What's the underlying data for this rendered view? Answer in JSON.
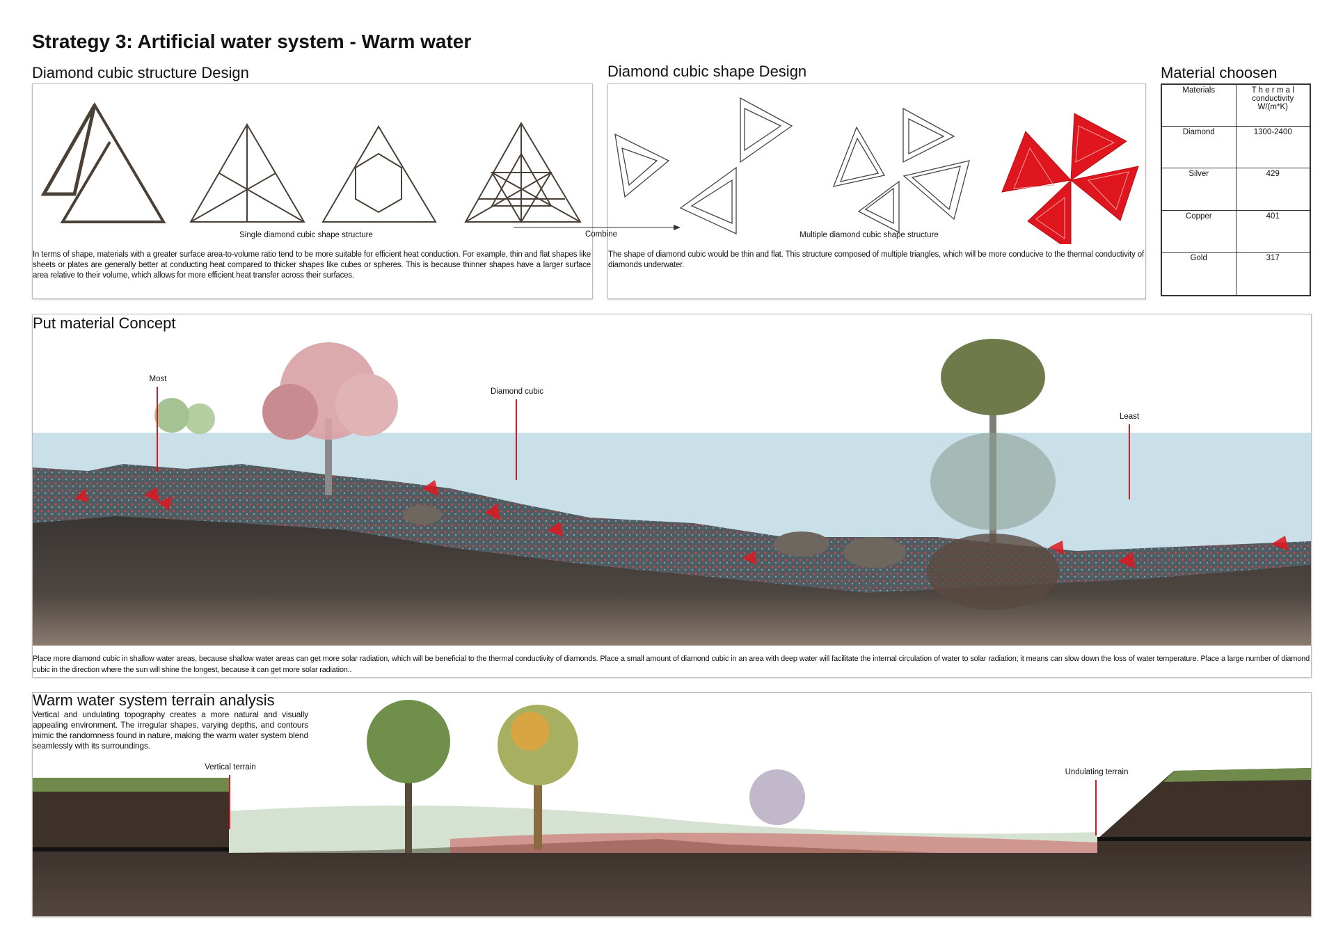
{
  "title": "Strategy 3: Artificial water system - Warm water",
  "structure_design": {
    "heading": "Diamond cubic structure Design",
    "caption": "Single diamond cubic shape structure",
    "paragraph": "In terms of shape, materials with a greater surface area-to-volume ratio tend to be more suitable for efficient heat conduction. For example, thin and flat shapes like sheets or plates are generally better at conducting heat compared to thicker shapes like cubes or spheres. This is because thinner shapes have a larger surface area relative to their volume, which allows for more efficient heat transfer across their surfaces."
  },
  "combine_label": "Combine",
  "shape_design": {
    "heading": "Diamond cubic shape Design",
    "caption": "Multiple diamond cubic shape structure",
    "paragraph": "The shape of diamond cubic would be thin and flat. This structure composed of multiple triangles, which will be more conducive to the thermal conductivity of diamonds underwater.",
    "accent_color": "#e0161e"
  },
  "materials": {
    "heading": "Material choosen",
    "headers": [
      "Materials",
      "T h e r m a l conductivity W/(m*K)"
    ],
    "rows": [
      [
        "Diamond",
        "1300-2400"
      ],
      [
        "Silver",
        "429"
      ],
      [
        "Copper",
        "401"
      ],
      [
        "Gold",
        "317"
      ]
    ]
  },
  "concept": {
    "heading": "Put material Concept",
    "labels": {
      "most": "Most",
      "diamond_cubic": "Diamond  cubic",
      "least": "Least"
    },
    "paragraph": "Place more diamond cubic in shallow water areas, because shallow water areas can get more solar radiation, which will be beneficial to the thermal conductivity of diamonds. Place a small amount of diamond cubic in an area with deep water will facilitate the internal circulation of water to solar radiation; it means can slow down the loss of water temperature. Place a large number of diamond cubic in the direction where the sun will shine the longest, because it can get more solar radiation.."
  },
  "terrain": {
    "heading": "Warm water system terrain analysis",
    "paragraph": "Vertical and undulating topography creates a more natural and visually appealing environment. The irregular shapes, varying depths, and contours mimic the randomness found in nature, making the warm water system blend seamlessly with its surroundings.",
    "labels": {
      "vertical": "Vertical terrain",
      "undulating": "Undulating terrain"
    }
  }
}
